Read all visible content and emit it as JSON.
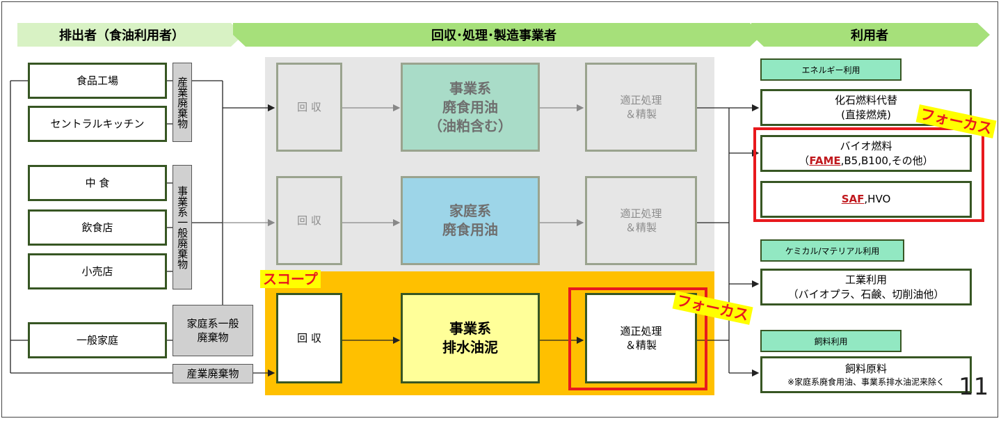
{
  "headers": {
    "emitter": "排出者（食油利用者）",
    "processor": "回収･処理･製造事業者",
    "user": "利用者"
  },
  "sources": [
    "食品工場",
    "セントラルキッチン",
    "中 食",
    "飲食店",
    "小売店",
    "一般家庭"
  ],
  "categories": {
    "industrial_vertical": "産業廃棄物",
    "general_business": "事業系一般廃棄物",
    "household_general_l1": "家庭系一般",
    "household_general_l2": "廃棄物",
    "industrial_bottom": "産業廃棄物"
  },
  "rows": [
    {
      "collect": "回 収",
      "material_l1": "事業系",
      "material_l2": "廃食用油",
      "material_l3": "（油粕含む）",
      "process_l1": "適正処理",
      "process_l2": "＆精製"
    },
    {
      "collect": "回 収",
      "material_l1": "家庭系",
      "material_l2": "廃食用油",
      "process_l1": "適正処理",
      "process_l2": "＆精製"
    },
    {
      "collect": "回 収",
      "material_l1": "事業系",
      "material_l2": "排水油泥",
      "process_l1": "適正処理",
      "process_l2": "＆精製"
    }
  ],
  "scope_label": "スコープ",
  "focus_label": "フォーカス",
  "usage_tags": {
    "energy": "エネルギー利用",
    "chemical": "ケミカル/マテリアル利用",
    "feed": "飼料利用"
  },
  "usages": {
    "fossil_l1": "化石燃料代替",
    "fossil_l2": "(直接燃焼)",
    "bio_l1": "バイオ燃料",
    "bio_prefix": "（",
    "bio_fame": "FAME",
    "bio_rest": ",B5,B100,その他）",
    "saf": "SAF",
    "saf_rest": ",HVO",
    "industrial_l1": "工業利用",
    "industrial_l2": "（バイオプラ、石鹸、切削油他）",
    "feed_l1": "飼料原料",
    "feed_l2": "※家庭系廃食用油、事業系排水油泥来除く"
  },
  "page_number": "11",
  "colors": {
    "header_arrow": "#a6e07a",
    "emitter_header": "#d8f2c4",
    "gray_panel": "#e6e6e6",
    "scope_panel": "#ffc000",
    "teal_box": "#a9dcc8",
    "blue_box": "#9dd5e8",
    "yellow_box": "#ffff99",
    "usage_tag": "#92e8c2",
    "focus_red": "#e8191d",
    "box_border": "#375623"
  }
}
